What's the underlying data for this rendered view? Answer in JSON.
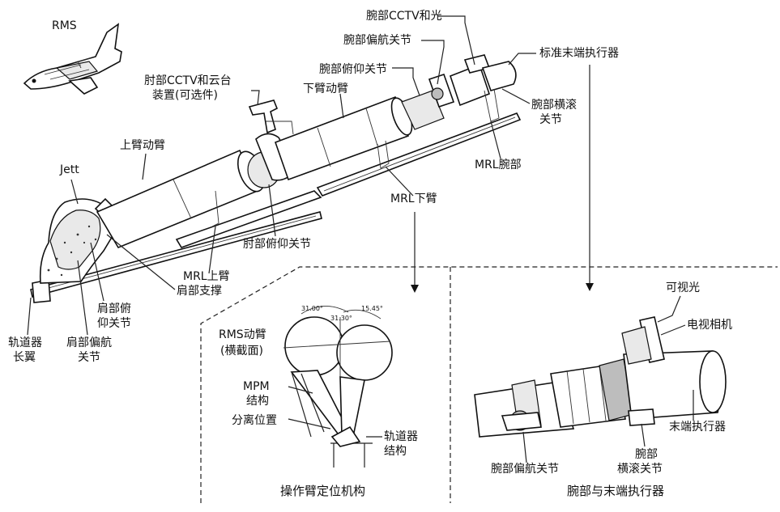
{
  "labels": {
    "rms": "RMS",
    "wrist_cctv_light": "腕部CCTV和光",
    "wrist_yaw_joint_top": "腕部偏航关节",
    "standard_end_effector": "标准末端执行器",
    "wrist_pitch_joint": "腕部俯仰关节",
    "elbow_cctv_pan_tilt_l1": "肘部CCTV和云台",
    "elbow_cctv_pan_tilt_l2": "装置(可选件)",
    "lower_arm_boom": "下臂动臂",
    "wrist_roll_joint_l1": "腕部横滚",
    "wrist_roll_joint_l2": "关节",
    "mrl_wrist": "MRL腕部",
    "upper_arm_boom": "上臂动臂",
    "jett": "Jett",
    "mrl_lower_arm": "MRL下臂",
    "elbow_pitch_joint": "肘部俯仰关节",
    "mrl_upper_arm": "MRL上臂",
    "shoulder_support": "肩部支撑",
    "shoulder_pitch_l1": "肩部俯",
    "shoulder_pitch_l2": "仰关节",
    "shoulder_yaw_l1": "肩部偏航",
    "shoulder_yaw_l2": "关节",
    "longeron_l1": "轨道器",
    "longeron_l2": "长翼"
  },
  "inset_left": {
    "cross_section_l1": "RMS动臂",
    "cross_section_l2": "(横截面)",
    "mpm_l1": "MPM",
    "mpm_l2": "结构",
    "separation_position": "分离位置",
    "orbiter_structure_l1": "轨道器",
    "orbiter_structure_l2": "结构",
    "dim_a": "31.00°",
    "dim_b": "15.45°",
    "dim_c": "31.30°",
    "caption": "操作臂定位机构"
  },
  "inset_right": {
    "visible_light": "可视光",
    "tv_camera": "电视相机",
    "end_effector": "末端执行器",
    "wrist_yaw_joint": "腕部偏航关节",
    "wrist_roll_l1": "腕部",
    "wrist_roll_l2": "横滚关节",
    "caption": "腕部与末端执行器"
  }
}
